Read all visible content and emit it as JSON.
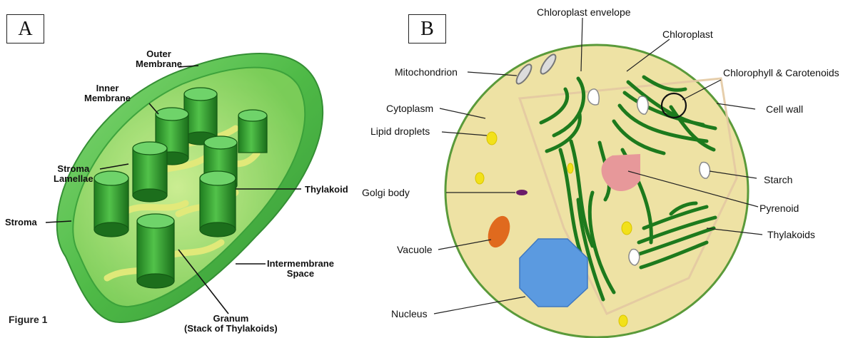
{
  "panels": {
    "a": "A",
    "b": "B"
  },
  "figure_label": "Figure 1",
  "chloroplast_3d": {
    "outer_membrane": [
      "Outer",
      "Membrane"
    ],
    "inner_membrane": [
      "Inner",
      "Membrane"
    ],
    "stroma_lamellae": [
      "Stroma",
      "Lamellae"
    ],
    "stroma": "Stroma",
    "thylakoid": "Thylakoid",
    "intermembrane_space": [
      "Intermembrane",
      "Space"
    ],
    "granum": [
      "Granum",
      "(Stack of Thylakoids)"
    ]
  },
  "plant_cell": {
    "chloroplast_envelope": "Chloroplast envelope",
    "chloroplast": "Chloroplast",
    "chlorophyll": "Chlorophyll & Carotenoids",
    "mitochondrion": "Mitochondrion",
    "cytoplasm": "Cytoplasm",
    "cell_wall": "Cell wall",
    "lipid_droplets": "Lipid droplets",
    "starch": "Starch",
    "golgi_body": "Golgi body",
    "pyrenoid": "Pyrenoid",
    "vacuole": "Vacuole",
    "thylakoids": "Thylakoids",
    "nucleus": "Nucleus"
  },
  "colors": {
    "cell_fill": "#eee2a4",
    "cell_border": "#5a9a3a",
    "thylakoid_green": "#1d7a1d",
    "chloroplast_3d_green": "#2fae2f",
    "pyrenoid": "#e7989a",
    "nucleus": "#5b9ae0",
    "vacuole": "#e06a1e",
    "golgi": "#6a1a6a",
    "lipid": "#f2e11a",
    "mitochondrion": "#8a8a8a"
  }
}
